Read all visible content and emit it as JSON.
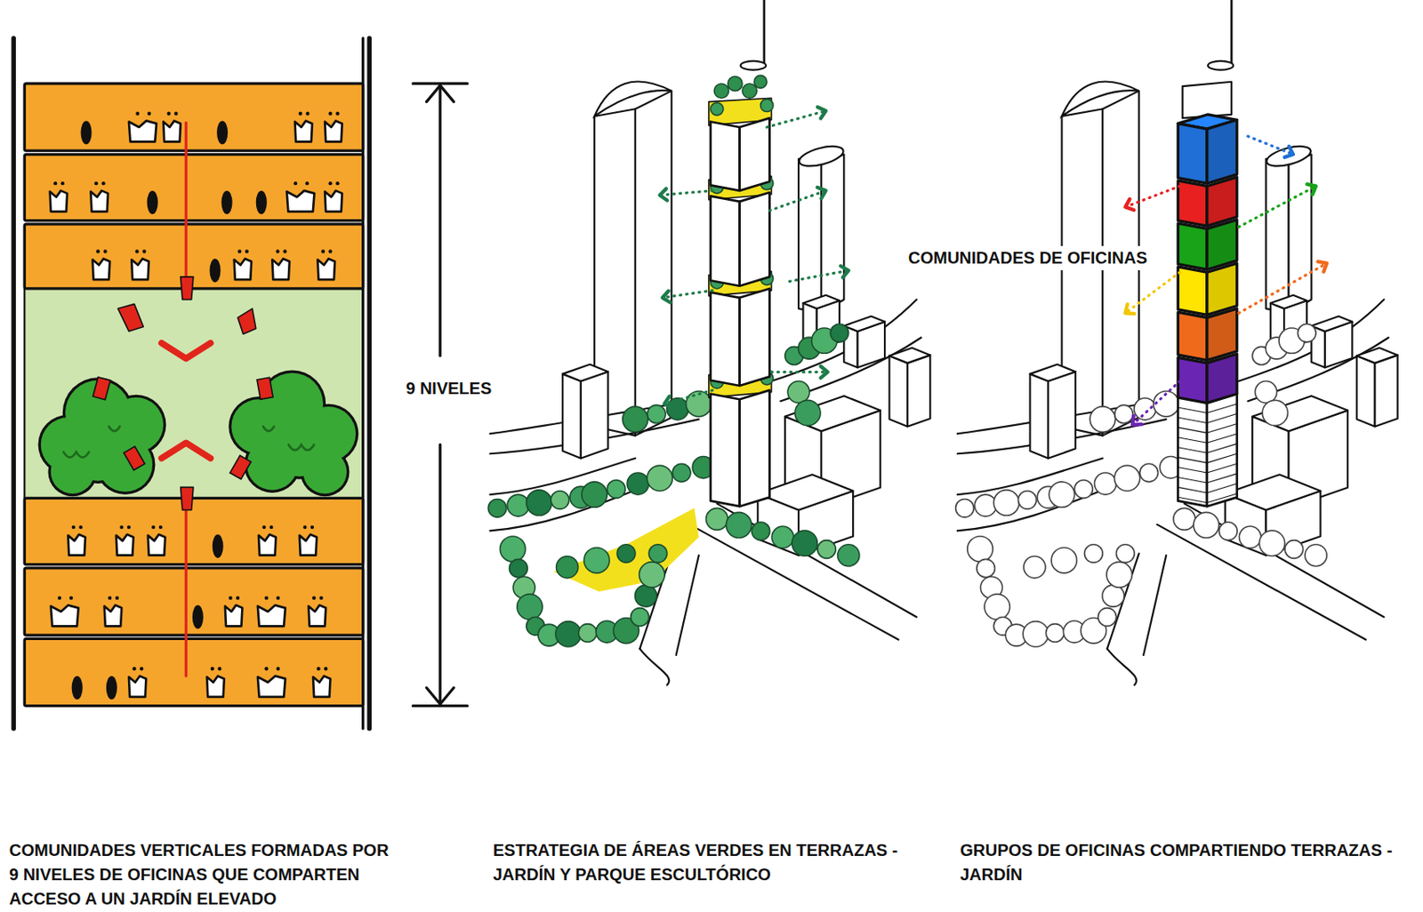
{
  "diagram": {
    "labels": [
      "9 NIVELES",
      "COMUNIDADES DE OFICINAS",
      "COMUNIDADES VERTICALES FORMADAS POR 9 NIVELES DE OFICINAS QUE COMPARTEN ACCESO A UN JARDÍN ELEVADO",
      "ESTRATEGIA DE ÁREAS VERDES EN TERRAZAS - JARDÍN Y PARQUE ESCULTÓRICO",
      "GRUPOS DE OFICINAS COMPARTIENDO TERRAZAS - JARDÍN"
    ]
  }
}
